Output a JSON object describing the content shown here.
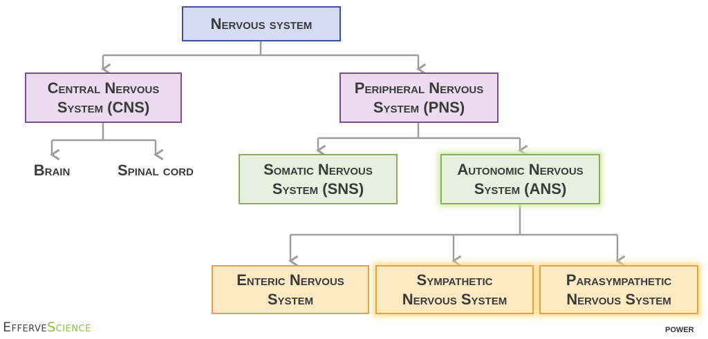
{
  "nodes": {
    "nervous_system": "Nervous system",
    "cns": "Central Nervous System (CNS)",
    "pns": "Peripheral Nervous System (PNS)",
    "brain": "Brain",
    "spinal_cord": "Spinal cord",
    "sns": "Somatic Nervous System (SNS)",
    "ans": "Autonomic Nervous System (ANS)",
    "enteric": "Enteric Nervous System",
    "sympathetic": "Sympathetic Nervous System",
    "parasympathetic": "Parasympathetic Nervous System"
  },
  "branding": {
    "left_part1": "Efferve",
    "left_part2": "Science",
    "right": "POWER"
  },
  "colors": {
    "connector": "#9e9e9e",
    "blue_border": "#3e4fa3",
    "purple_border": "#7b4d8c",
    "green_border": "#8aaf5c",
    "orange_border": "#e9a23a",
    "brand_accent": "#8cbf3f"
  }
}
